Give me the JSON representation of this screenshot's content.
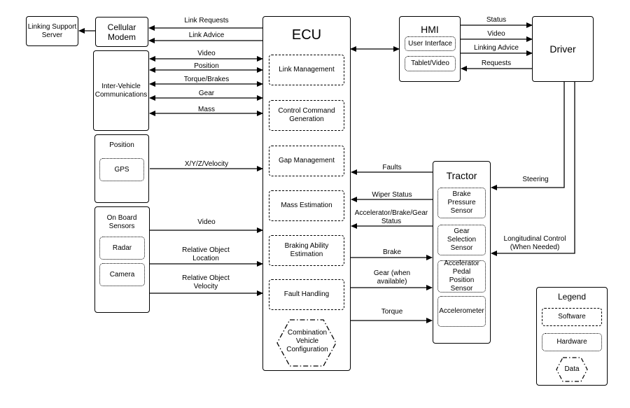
{
  "nodes": {
    "linking_support_server": "Linking Support Server",
    "cellular_modem": "Cellular Modem",
    "ivc": "Inter-Vehicle Communications",
    "position_box": "Position",
    "gps": "GPS",
    "on_board_sensors": "On Board Sensors",
    "radar": "Radar",
    "camera": "Camera",
    "ecu": "ECU",
    "hmi": "HMI",
    "user_interface": "User Interface",
    "tablet_video": "Tablet/Video",
    "driver": "Driver",
    "tractor": "Tractor",
    "brake_pressure_sensor": "Brake Pressure Sensor",
    "gear_selection_sensor": "Gear Selection Sensor",
    "accelerator_pedal_position_sensor": "Accelerator Pedal Position Sensor",
    "accelerometer": "Accelerometer"
  },
  "ecu_functions": {
    "link_management": "Link Management",
    "control_command_generation": "Control Command Generation",
    "gap_management": "Gap Management",
    "mass_estimation": "Mass Estimation",
    "braking_ability_estimation": "Braking Ability Estimation",
    "fault_handling": "Fault Handling",
    "combination_vehicle_configuration": "Combination Vehicle Configuration"
  },
  "edges": {
    "link_requests": "Link Requests",
    "link_advice": "Link Advice",
    "ivc_video": "Video",
    "ivc_position": "Position",
    "ivc_torque_brakes": "Torque/Brakes",
    "ivc_gear": "Gear",
    "ivc_mass": "Mass",
    "xyz_velocity": "X/Y/Z/Velocity",
    "sensor_video": "Video",
    "relative_object_location": "Relative Object Location",
    "relative_object_velocity": "Relative Object Velocity",
    "status": "Status",
    "hmi_video": "Video",
    "linking_advice": "Linking Advice",
    "requests": "Requests",
    "faults": "Faults",
    "wiper_status": "Wiper Status",
    "abg_status": "Accelerator/Brake/Gear Status",
    "brake": "Brake",
    "gear_when_available": "Gear (when available)",
    "torque": "Torque",
    "steering": "Steering",
    "longitudinal_control": "Longitudinal Control (When Needed)"
  },
  "legend": {
    "title": "Legend",
    "software": "Software",
    "hardware": "Hardware",
    "data": "Data"
  }
}
